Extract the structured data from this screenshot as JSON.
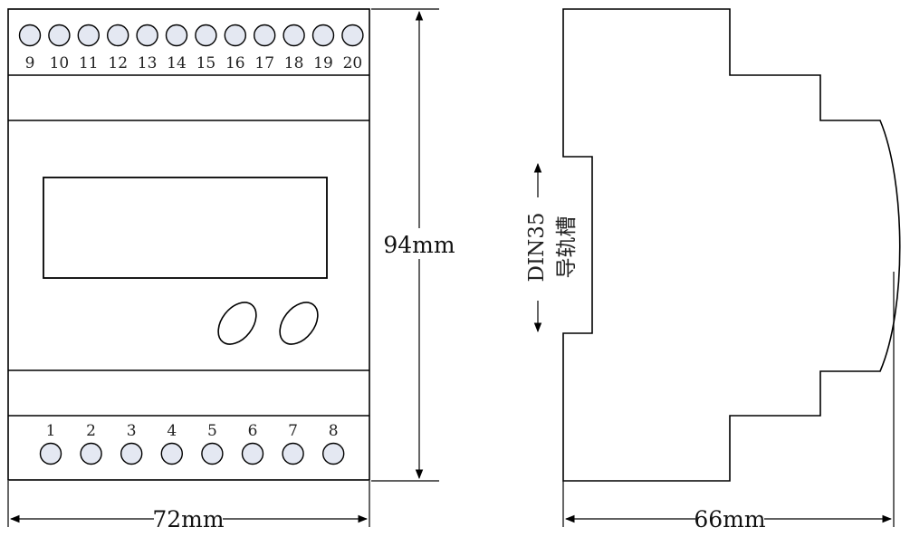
{
  "front_view": {
    "top_terminals": [
      "9",
      "10",
      "11",
      "12",
      "13",
      "14",
      "15",
      "16",
      "17",
      "18",
      "19",
      "20"
    ],
    "bottom_terminals": [
      "1",
      "2",
      "3",
      "4",
      "5",
      "6",
      "7",
      "8"
    ],
    "width_label": "72mm",
    "height_label": "94mm"
  },
  "side_view": {
    "rail_label_line1": "DIN35",
    "rail_label_line2": "导轨槽",
    "depth_label": "66mm"
  },
  "colors": {
    "line": "#000000",
    "terminal_fill": "#e4e8f2"
  }
}
